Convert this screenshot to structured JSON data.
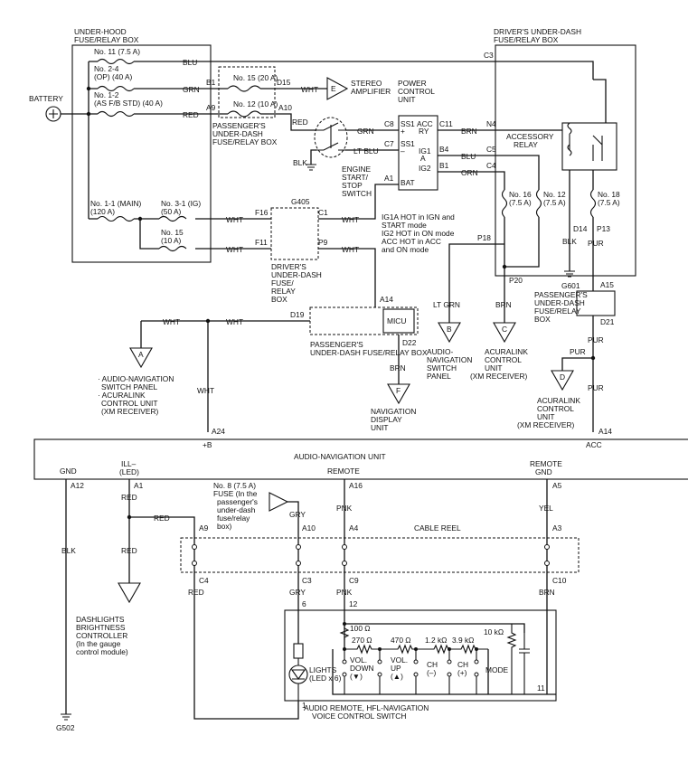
{
  "boxes": {
    "under_hood": [
      "UNDER-HOOD",
      "FUSE/RELAY BOX"
    ],
    "driver_top": [
      "DRIVER'S UNDER-DASH",
      "FUSE/RELAY BOX"
    ],
    "pass_upper": [
      "PASSENGER'S",
      "UNDER-DASH",
      "FUSE/RELAY BOX"
    ],
    "driver_mid": [
      "DRIVER'S",
      "UNDER-DASH",
      "FUSE/",
      "RELAY",
      "BOX"
    ],
    "pass_right": [
      "PASSENGER'S",
      "UNDER-DASH",
      "FUSE/RELAY",
      "BOX"
    ],
    "pass_micu": [
      "PASSENGER'S",
      "UNDER-DASH FUSE/RELAY BOX"
    ],
    "micu": "MICU"
  },
  "battery": "BATTERY",
  "fuses": {
    "f11": "No. 11 (7.5 A)",
    "f24": [
      "No. 2-4",
      "(OP) (40 A)"
    ],
    "f12a": [
      "No. 1-2",
      "(AS F/B STD) (40 A)"
    ],
    "f11main": [
      "No. 1-1 (MAIN)",
      "(120 A)"
    ],
    "f31": [
      "No. 3-1 (IG)",
      "(50 A)"
    ],
    "f15": [
      "No. 15",
      "(10 A)"
    ],
    "p15": "No. 15 (20 A)",
    "p12": "No. 12 (10 A)",
    "d16": [
      "No. 16",
      "(7.5 A)"
    ],
    "d12": [
      "No. 12",
      "(7.5 A)"
    ],
    "d18": [
      "No. 18",
      "(7.5 A)"
    ],
    "f8": [
      "No. 8 (7.5 A)",
      "FUSE (In the",
      "passenger's",
      "under-dash",
      "fuse/relay",
      "box)"
    ]
  },
  "wires": {
    "blu": "BLU",
    "grn": "GRN",
    "red": "RED",
    "wht": "WHT",
    "brn": "BRN",
    "ltblu": "LT BLU",
    "orn": "ORN",
    "blk": "BLK",
    "pur": "PUR",
    "ltgrn": "LT GRN",
    "gry": "GRY",
    "pnk": "PNK",
    "yel": "YEL"
  },
  "pins": {
    "c3": "C3",
    "b1": "B1",
    "d15": "D15",
    "a9": "A9",
    "a10": "A10",
    "c8": "C8",
    "c11": "C11",
    "n4": "N4",
    "c7": "C7",
    "b4": "B4",
    "c5": "C5",
    "c4": "C4",
    "a1": "A1",
    "f16": "F16",
    "c1": "C1",
    "f11": "F11",
    "p9": "P9",
    "d14": "D14",
    "p13": "P13",
    "p18": "P18",
    "p20": "P20",
    "a15": "A15",
    "d21": "D21",
    "a14": "A14",
    "d19": "D19",
    "d22": "D22",
    "a24": "A24",
    "a12": "A12",
    "a16": "A16",
    "a5": "A5",
    "a4": "A4",
    "a3": "A3",
    "c9": "C9",
    "c10": "C10",
    "n6": "6",
    "n12": "12",
    "n1": "1",
    "n11": "11"
  },
  "power_unit": {
    "title": [
      "POWER",
      "CONTROL",
      "UNIT"
    ],
    "ss1p": [
      "SS1",
      "+"
    ],
    "ss1m": [
      "SS1",
      "–"
    ],
    "acc": [
      "ACC",
      "RY"
    ],
    "ig1a": [
      "IG1",
      "A"
    ],
    "ig2": "IG2",
    "bat": "BAT"
  },
  "stereo_amp": [
    "STEREO",
    "AMPLIFIER"
  ],
  "switch_label": [
    "ENGINE",
    "START/",
    "STOP",
    "SWITCH"
  ],
  "grounds": {
    "g405": "G405",
    "g601": "G601",
    "g502": "G502"
  },
  "relay": [
    "ACCESSORY",
    "RELAY"
  ],
  "notes": [
    "IG1A HOT in IGN and",
    "START mode",
    "IG2 HOT in ON mode",
    "ACC HOT in ACC",
    "and ON mode"
  ],
  "connectors": {
    "A": [
      "· AUDIO-NAVIGATION",
      "SWITCH PANEL",
      "· ACURALINK",
      "CONTROL UNIT",
      "(XM RECEIVER)"
    ],
    "B": [
      "AUDIO-",
      "NAVIGATION",
      "SWITCH",
      "PANEL"
    ],
    "C": [
      "ACURALINK",
      "CONTROL",
      "UNIT",
      "(XM RECEIVER)"
    ],
    "D": [
      "ACURALINK",
      "CONTROL",
      "UNIT",
      "(XM RECEIVER)"
    ],
    "E": "E",
    "F": [
      "NAVIGATION",
      "DISPLAY",
      "UNIT"
    ]
  },
  "audio_unit": {
    "title": "AUDIO-NAVIGATION UNIT",
    "plus_b": "+B",
    "acc": "ACC",
    "gnd": "GND",
    "ill": [
      "ILL–",
      "(LED)"
    ],
    "remote": "REMOTE",
    "remote_gnd": [
      "REMOTE",
      "GND"
    ]
  },
  "cable_reel": "CABLE REEL",
  "dimmer": [
    "DASHLIGHTS",
    "BRIGHTNESS",
    "CONTROLLER",
    "(In the gauge",
    "control module)"
  ],
  "switch_unit": {
    "r100": "100 Ω",
    "r270": "270 Ω",
    "r470": "470 Ω",
    "r1k2": "1.2 kΩ",
    "r3k9": "3.9 kΩ",
    "r10k": "10 kΩ",
    "voldown": [
      "VOL.",
      "DOWN",
      "(▼)"
    ],
    "volup": [
      "VOL.",
      "UP",
      "(▲)"
    ],
    "chm": [
      "CH",
      "(–)"
    ],
    "chp": [
      "CH",
      "(+)"
    ],
    "mode": "MODE",
    "lights": [
      "LIGHTS",
      "(LED x 6)"
    ],
    "title": [
      "AUDIO REMOTE, HFL-NAVIGATION",
      "VOICE CONTROL SWITCH"
    ]
  }
}
